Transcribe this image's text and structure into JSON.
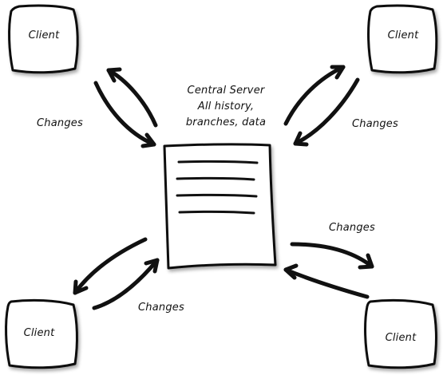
{
  "server": {
    "lines": [
      "Central Server",
      "All history,",
      "branches, data"
    ]
  },
  "clients": {
    "top_left": "Client",
    "top_right": "Client",
    "bottom_left": "Client",
    "bottom_right": "Client"
  },
  "changes": {
    "top_left": "Changes",
    "top_right": "Changes",
    "bottom_left": "Changes",
    "bottom_right": "Changes"
  },
  "colors": {
    "ink": "#111111",
    "background": "#ffffff",
    "box_fill": "#ffffff"
  }
}
